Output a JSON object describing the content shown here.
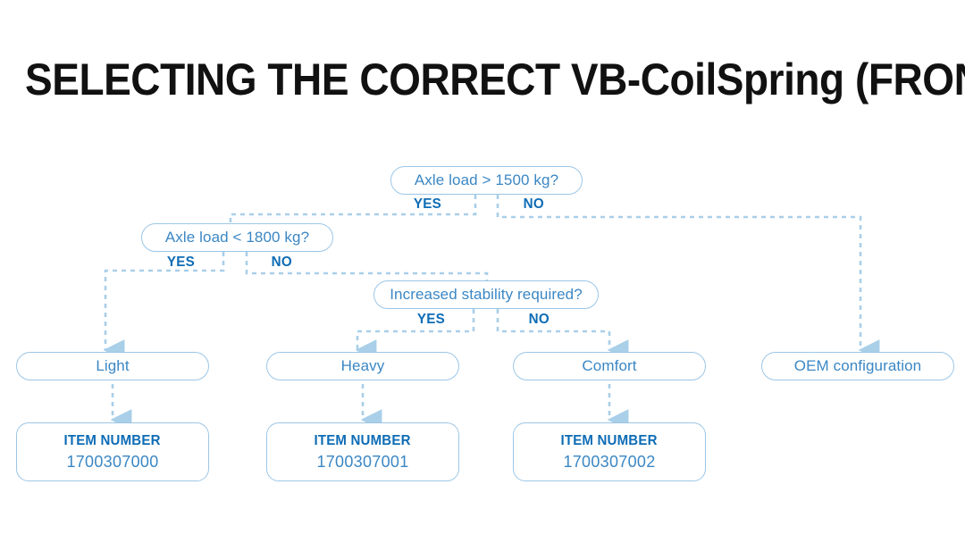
{
  "page": {
    "title": "SELECTING THE CORRECT VB-CoilSpring (FRONT AXLE)",
    "background": "#ffffff",
    "accent_line": "#9cc6e6",
    "accent_text": "#3b87c4",
    "accent_strong": "#0e6cb5",
    "title_color": "#111111"
  },
  "chart_data": {
    "type": "diagram",
    "title": "SELECTING THE CORRECT VB-CoilSpring (FRONT AXLE)",
    "diagram_kind": "decision-flowchart",
    "nodes": [
      {
        "id": "d1",
        "kind": "decision",
        "label": "Axle load > 1500 kg?"
      },
      {
        "id": "d2",
        "kind": "decision",
        "label": "Axle load < 1800 kg?"
      },
      {
        "id": "d3",
        "kind": "decision",
        "label": "Increased stability required?"
      },
      {
        "id": "r1",
        "kind": "result",
        "label": "Light"
      },
      {
        "id": "r2",
        "kind": "result",
        "label": "Heavy"
      },
      {
        "id": "r3",
        "kind": "result",
        "label": "Comfort"
      },
      {
        "id": "r4",
        "kind": "result",
        "label": "OEM configuration"
      },
      {
        "id": "i1",
        "kind": "item",
        "header": "ITEM NUMBER",
        "value": "1700307000"
      },
      {
        "id": "i2",
        "kind": "item",
        "header": "ITEM NUMBER",
        "value": "1700307001"
      },
      {
        "id": "i3",
        "kind": "item",
        "header": "ITEM NUMBER",
        "value": "1700307002"
      }
    ],
    "edges": [
      {
        "from": "d1",
        "to": "d2",
        "label": "YES"
      },
      {
        "from": "d1",
        "to": "r4",
        "label": "NO"
      },
      {
        "from": "d2",
        "to": "r1",
        "label": "YES"
      },
      {
        "from": "d2",
        "to": "d3",
        "label": "NO"
      },
      {
        "from": "d3",
        "to": "r2",
        "label": "YES"
      },
      {
        "from": "d3",
        "to": "r3",
        "label": "NO"
      },
      {
        "from": "r1",
        "to": "i1",
        "label": ""
      },
      {
        "from": "r2",
        "to": "i2",
        "label": ""
      },
      {
        "from": "r3",
        "to": "i3",
        "label": ""
      }
    ]
  },
  "decisions": {
    "d1": {
      "label": "Axle load > 1500 kg?",
      "yes": "YES",
      "no": "NO"
    },
    "d2": {
      "label": "Axle load < 1800 kg?",
      "yes": "YES",
      "no": "NO"
    },
    "d3": {
      "label": "Increased stability required?",
      "yes": "YES",
      "no": "NO"
    }
  },
  "results": {
    "light": "Light",
    "heavy": "Heavy",
    "comfort": "Comfort",
    "oem": "OEM configuration"
  },
  "items": [
    {
      "header": "ITEM NUMBER",
      "value": "1700307000"
    },
    {
      "header": "ITEM NUMBER",
      "value": "1700307001"
    },
    {
      "header": "ITEM NUMBER",
      "value": "1700307002"
    }
  ]
}
